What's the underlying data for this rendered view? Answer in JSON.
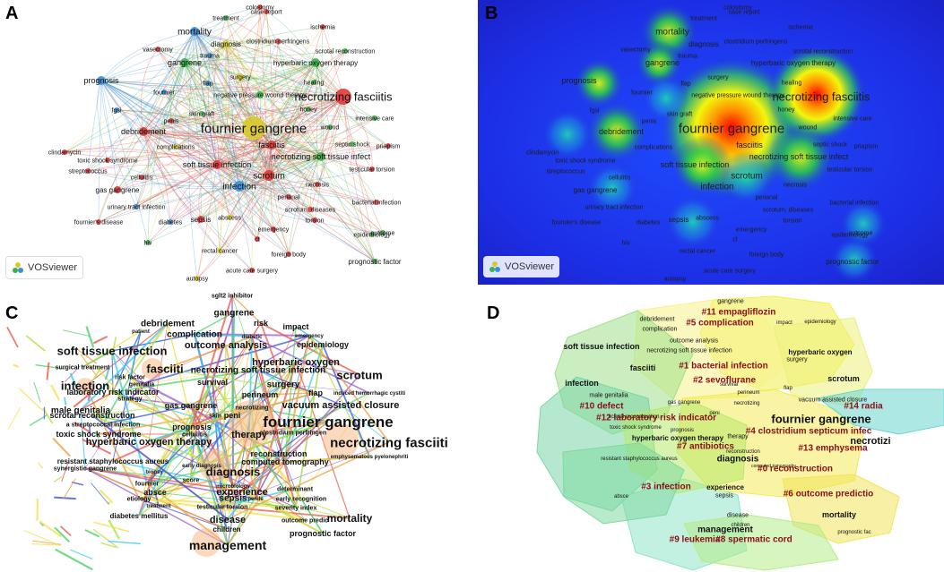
{
  "panels": {
    "A": {
      "letter": "A",
      "badge": "VOSviewer"
    },
    "B": {
      "letter": "B",
      "badge": "VOSviewer"
    },
    "C": {
      "letter": "C"
    },
    "D": {
      "letter": "D"
    }
  },
  "colors": {
    "red": "#e0383a",
    "green": "#3bb34a",
    "blue": "#3a8fd6",
    "yellow": "#d9c92a"
  },
  "networkA": [
    {
      "t": "colostomy",
      "c": "red",
      "s": 7,
      "r": 3
    },
    {
      "t": "treatment",
      "c": "green",
      "s": 7,
      "r": 3
    },
    {
      "t": "case report",
      "c": "red",
      "s": 7,
      "r": 3
    },
    {
      "t": "ischemia",
      "c": "red",
      "s": 7,
      "r": 3
    },
    {
      "t": "mortality",
      "c": "blue",
      "s": 10,
      "r": 5
    },
    {
      "t": "diagnosis",
      "c": "yellow",
      "s": 8,
      "r": 4
    },
    {
      "t": "clostridium perfringens",
      "c": "red",
      "s": 7,
      "r": 3
    },
    {
      "t": "scrotal reconstruction",
      "c": "green",
      "s": 7,
      "r": 3
    },
    {
      "t": "vasectomy",
      "c": "red",
      "s": 7,
      "r": 3
    },
    {
      "t": "trauma",
      "c": "blue",
      "s": 7,
      "r": 3
    },
    {
      "t": "gangrene",
      "c": "green",
      "s": 9,
      "r": 5
    },
    {
      "t": "surgery",
      "c": "yellow",
      "s": 7,
      "r": 4
    },
    {
      "t": "hyperbaric oxygen therapy",
      "c": "green",
      "s": 8,
      "r": 5
    },
    {
      "t": "prognosis",
      "c": "blue",
      "s": 9,
      "r": 5
    },
    {
      "t": "flap",
      "c": "blue",
      "s": 7,
      "r": 3
    },
    {
      "t": "healing",
      "c": "green",
      "s": 7,
      "r": 3
    },
    {
      "t": "fournier",
      "c": "blue",
      "s": 7,
      "r": 3
    },
    {
      "t": "negative pressure wound therapy",
      "c": "green",
      "s": 7,
      "r": 4
    },
    {
      "t": "necrotizing fasciitis",
      "c": "red",
      "s": 13,
      "r": 9
    },
    {
      "t": "fgsi",
      "c": "blue",
      "s": 7,
      "r": 3
    },
    {
      "t": "honey",
      "c": "green",
      "s": 7,
      "r": 3
    },
    {
      "t": "skin graft",
      "c": "green",
      "s": 7,
      "r": 3
    },
    {
      "t": "penis",
      "c": "red",
      "s": 7,
      "r": 3
    },
    {
      "t": "intensive care",
      "c": "green",
      "s": 7,
      "r": 3
    },
    {
      "t": "debridement",
      "c": "red",
      "s": 9,
      "r": 5
    },
    {
      "t": "fournier gangrene",
      "c": "yellow",
      "s": 15,
      "r": 13
    },
    {
      "t": "wound",
      "c": "green",
      "s": 7,
      "r": 3
    },
    {
      "t": "complications",
      "c": "yellow",
      "s": 7,
      "r": 3
    },
    {
      "t": "septic shock",
      "c": "green",
      "s": 7,
      "r": 3
    },
    {
      "t": "priapism",
      "c": "red",
      "s": 7,
      "r": 3
    },
    {
      "t": "clindamycin",
      "c": "red",
      "s": 7,
      "r": 3
    },
    {
      "t": "fasciitis",
      "c": "red",
      "s": 9,
      "r": 5
    },
    {
      "t": "toxic shock syndrome",
      "c": "red",
      "s": 7,
      "r": 3
    },
    {
      "t": "necrotizing soft tissue infect",
      "c": "green",
      "s": 9,
      "r": 5
    },
    {
      "t": "streptococcus",
      "c": "red",
      "s": 7,
      "r": 3
    },
    {
      "t": "cellulitis",
      "c": "red",
      "s": 7,
      "r": 3
    },
    {
      "t": "soft tissue infection",
      "c": "red",
      "s": 9,
      "r": 5
    },
    {
      "t": "scrotum",
      "c": "red",
      "s": 10,
      "r": 6
    },
    {
      "t": "testicular torsion",
      "c": "red",
      "s": 7,
      "r": 3
    },
    {
      "t": "gas gangrene",
      "c": "red",
      "s": 8,
      "r": 4
    },
    {
      "t": "infection",
      "c": "blue",
      "s": 10,
      "r": 6
    },
    {
      "t": "necrosis",
      "c": "red",
      "s": 7,
      "r": 3
    },
    {
      "t": "perianal",
      "c": "red",
      "s": 7,
      "r": 3
    },
    {
      "t": "bacterial infection",
      "c": "red",
      "s": 7,
      "r": 3
    },
    {
      "t": "urinary tract infection",
      "c": "blue",
      "s": 7,
      "r": 3
    },
    {
      "t": "scrotum, diseases",
      "c": "red",
      "s": 7,
      "r": 3
    },
    {
      "t": "fournier's disease",
      "c": "red",
      "s": 7,
      "r": 3
    },
    {
      "t": "diabetes",
      "c": "blue",
      "s": 7,
      "r": 3
    },
    {
      "t": "sepsis",
      "c": "red",
      "s": 8,
      "r": 4
    },
    {
      "t": "abscess",
      "c": "yellow",
      "s": 7,
      "r": 3
    },
    {
      "t": "torsion",
      "c": "red",
      "s": 7,
      "r": 3
    },
    {
      "t": "emergency",
      "c": "red",
      "s": 7,
      "r": 3
    },
    {
      "t": "epidemiology",
      "c": "green",
      "s": 7,
      "r": 3
    },
    {
      "t": "outcome",
      "c": "green",
      "s": 7,
      "r": 3
    },
    {
      "t": "hiv",
      "c": "green",
      "s": 7,
      "r": 3
    },
    {
      "t": "ct",
      "c": "red",
      "s": 7,
      "r": 3
    },
    {
      "t": "rectal cancer",
      "c": "yellow",
      "s": 7,
      "r": 3
    },
    {
      "t": "foreign body",
      "c": "red",
      "s": 7,
      "r": 3
    },
    {
      "t": "prognostic factor",
      "c": "green",
      "s": 8,
      "r": 3
    },
    {
      "t": "acute care surgery",
      "c": "red",
      "s": 7,
      "r": 3
    },
    {
      "t": "autopsy",
      "c": "yellow",
      "s": 7,
      "r": 3
    }
  ],
  "networkC": [
    {
      "t": "sglt2 inhibitor",
      "s": 7
    },
    {
      "t": "gangrene",
      "s": 10
    },
    {
      "t": "debridement",
      "s": 10
    },
    {
      "t": "risk",
      "s": 9
    },
    {
      "t": "impact",
      "s": 9
    },
    {
      "t": "patient",
      "s": 6
    },
    {
      "t": "complication",
      "s": 10
    },
    {
      "t": "emergency",
      "s": 6
    },
    {
      "t": "diabetic",
      "s": 6
    },
    {
      "t": "epidemiology",
      "s": 9
    },
    {
      "t": "soft tissue infection",
      "s": 13
    },
    {
      "t": "outcome analysis",
      "s": 11
    },
    {
      "t": "surgical treatment",
      "s": 7
    },
    {
      "t": "fasciiti",
      "s": 13
    },
    {
      "t": "genitalia",
      "s": 7
    },
    {
      "t": "hyperbaric oxygen",
      "s": 11
    },
    {
      "t": "necrotizing soft tissue infection",
      "s": 10
    },
    {
      "t": "scrotum",
      "s": 13
    },
    {
      "t": "risk factor",
      "s": 7
    },
    {
      "t": "survival",
      "s": 9
    },
    {
      "t": "surgery",
      "s": 10
    },
    {
      "t": "infection",
      "s": 13
    },
    {
      "t": "laboratory risk indicator",
      "s": 9
    },
    {
      "t": "strategy",
      "s": 7
    },
    {
      "t": "perineum",
      "s": 9
    },
    {
      "t": "flap",
      "s": 9
    },
    {
      "t": "induced hemorrhagic cystiti",
      "s": 6
    },
    {
      "t": "gas gangrene",
      "s": 9
    },
    {
      "t": "necrotizing",
      "s": 7
    },
    {
      "t": "vacuum assisted closure",
      "s": 11
    },
    {
      "t": "male genitalia",
      "s": 10
    },
    {
      "t": "scrotal reconstruction",
      "s": 9
    },
    {
      "t": "a streptococcal infection",
      "s": 7
    },
    {
      "t": "skin",
      "s": 7
    },
    {
      "t": "peni",
      "s": 9
    },
    {
      "t": "fournier gangrene",
      "s": 17
    },
    {
      "t": "toxic shock syndrome",
      "s": 9
    },
    {
      "t": "prognosis",
      "s": 9
    },
    {
      "t": "therapy",
      "s": 11
    },
    {
      "t": "clostridium perfringen",
      "s": 7
    },
    {
      "t": "cellulitis",
      "s": 7
    },
    {
      "t": "necrotizing fasciiti",
      "s": 15
    },
    {
      "t": "hyperbaric oxygen therapy",
      "s": 11
    },
    {
      "t": "reconstruction",
      "s": 9
    },
    {
      "t": "emphysematous pyelonephriti",
      "s": 6
    },
    {
      "t": "resistant staphylococcus aureus",
      "s": 8
    },
    {
      "t": "computed tomography",
      "s": 9
    },
    {
      "t": "synergistic gangrene",
      "s": 7
    },
    {
      "t": "early diagnosis",
      "s": 6
    },
    {
      "t": "diagnosis",
      "s": 13
    },
    {
      "t": "biopsy",
      "s": 6
    },
    {
      "t": "score",
      "s": 7
    },
    {
      "t": "microbiology",
      "s": 6
    },
    {
      "t": "fournier",
      "s": 7
    },
    {
      "t": "experience",
      "s": 11
    },
    {
      "t": "determinant",
      "s": 7
    },
    {
      "t": "absce",
      "s": 9
    },
    {
      "t": "etiology",
      "s": 7
    },
    {
      "t": "sepsis",
      "s": 10
    },
    {
      "t": "penile",
      "s": 6
    },
    {
      "t": "early recognition",
      "s": 7
    },
    {
      "t": "treatment",
      "s": 6
    },
    {
      "t": "testicular torsion",
      "s": 7
    },
    {
      "t": "severity index",
      "s": 7
    },
    {
      "t": "diabetes mellitus",
      "s": 8
    },
    {
      "t": "disease",
      "s": 11
    },
    {
      "t": "outcome predic",
      "s": 7
    },
    {
      "t": "mortality",
      "s": 12
    },
    {
      "t": "children",
      "s": 8
    },
    {
      "t": "prognostic factor",
      "s": 9
    },
    {
      "t": "management",
      "s": 14
    }
  ],
  "keywordsD": [
    {
      "t": "gangrene",
      "s": 7
    },
    {
      "t": "debridement",
      "s": 7
    },
    {
      "t": "impact",
      "s": 6
    },
    {
      "t": "complication",
      "s": 7
    },
    {
      "t": "epidemiology",
      "s": 6
    },
    {
      "t": "outcome analysis",
      "s": 7
    },
    {
      "t": "soft tissue infection",
      "s": 9
    },
    {
      "t": "necrotizing soft tissue infection",
      "s": 7
    },
    {
      "t": "hyperbaric oxygen",
      "s": 8
    },
    {
      "t": "fasciiti",
      "s": 9
    },
    {
      "t": "surgery",
      "s": 7
    },
    {
      "t": "scrotum",
      "s": 9
    },
    {
      "t": "infection",
      "s": 9
    },
    {
      "t": "survival",
      "s": 6
    },
    {
      "t": "flap",
      "s": 6
    },
    {
      "t": "perineum",
      "s": 6
    },
    {
      "t": "vacuum assisted closure",
      "s": 7
    },
    {
      "t": "male genitalia",
      "s": 7
    },
    {
      "t": "necrotizing",
      "s": 6
    },
    {
      "t": "scrotal reconstruction",
      "s": 6
    },
    {
      "t": "gas gangrene",
      "s": 6
    },
    {
      "t": "peni",
      "s": 6
    },
    {
      "t": "fournier gangrene",
      "s": 13
    },
    {
      "t": "toxic shock syndrome",
      "s": 6
    },
    {
      "t": "prognosis",
      "s": 6
    },
    {
      "t": "therapy",
      "s": 7
    },
    {
      "t": "hyperbaric oxygen therapy",
      "s": 8
    },
    {
      "t": "necrotizi",
      "s": 11
    },
    {
      "t": "reconstruction",
      "s": 6
    },
    {
      "t": "diagnosis",
      "s": 10
    },
    {
      "t": "resistant staphylococcus aureus",
      "s": 6
    },
    {
      "t": "computed tomography",
      "s": 5
    },
    {
      "t": "experience",
      "s": 8
    },
    {
      "t": "sepsis",
      "s": 7
    },
    {
      "t": "absce",
      "s": 6
    },
    {
      "t": "disease",
      "s": 7
    },
    {
      "t": "mortality",
      "s": 9
    },
    {
      "t": "children",
      "s": 6
    },
    {
      "t": "management",
      "s": 10
    },
    {
      "t": "prognostic fac",
      "s": 6
    }
  ],
  "clustersD": [
    "#11 empagliflozin",
    "#5 complication",
    "#1 bacterial infection",
    "#2 sevoflurane",
    "#10 defect",
    "#12 laboratory risk indicator",
    "#14 radia",
    "#4 clostridium septicum infec",
    "#7 antibiotics",
    "#13 emphysema",
    "#0 reconstruction",
    "#3 infection",
    "#6 outcome predictio",
    "#9 leukemia",
    "#8 spermatic cord"
  ]
}
